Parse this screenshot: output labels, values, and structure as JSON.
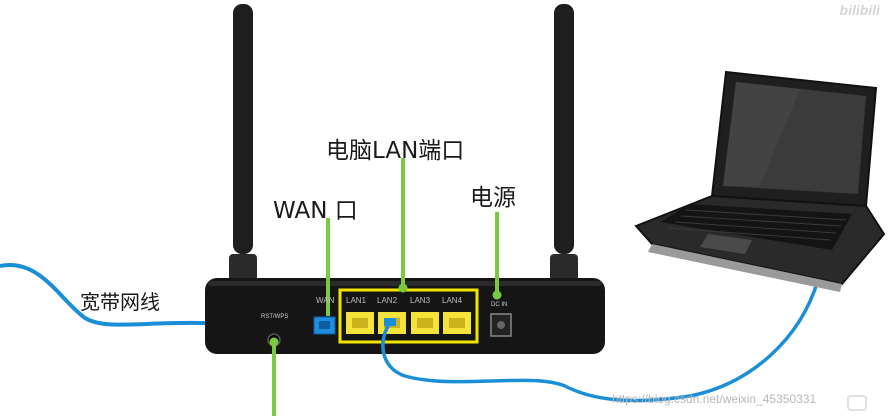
{
  "labels": {
    "lan_ports": "电脑LAN端口",
    "wan_port": "WAN 口",
    "power": "电源",
    "broadband": "宽带网线"
  },
  "router": {
    "reset_label": "RST/WPS",
    "wan_label": "WAN",
    "lan_labels": [
      "LAN1",
      "LAN2",
      "LAN3",
      "LAN4"
    ],
    "dc_label": "DC IN"
  },
  "watermarks": {
    "top": "bilibili",
    "bottom": "https://blog.csdn.net/weixin_45350331"
  },
  "colors": {
    "cable_blue": "#1a8fd8",
    "pointer_green": "#7ac943",
    "lan_highlight": "#f2e600",
    "port_yellow": "#f5e23a",
    "wan_port_blue": "#1e8fe0",
    "router_body": "#151515"
  }
}
